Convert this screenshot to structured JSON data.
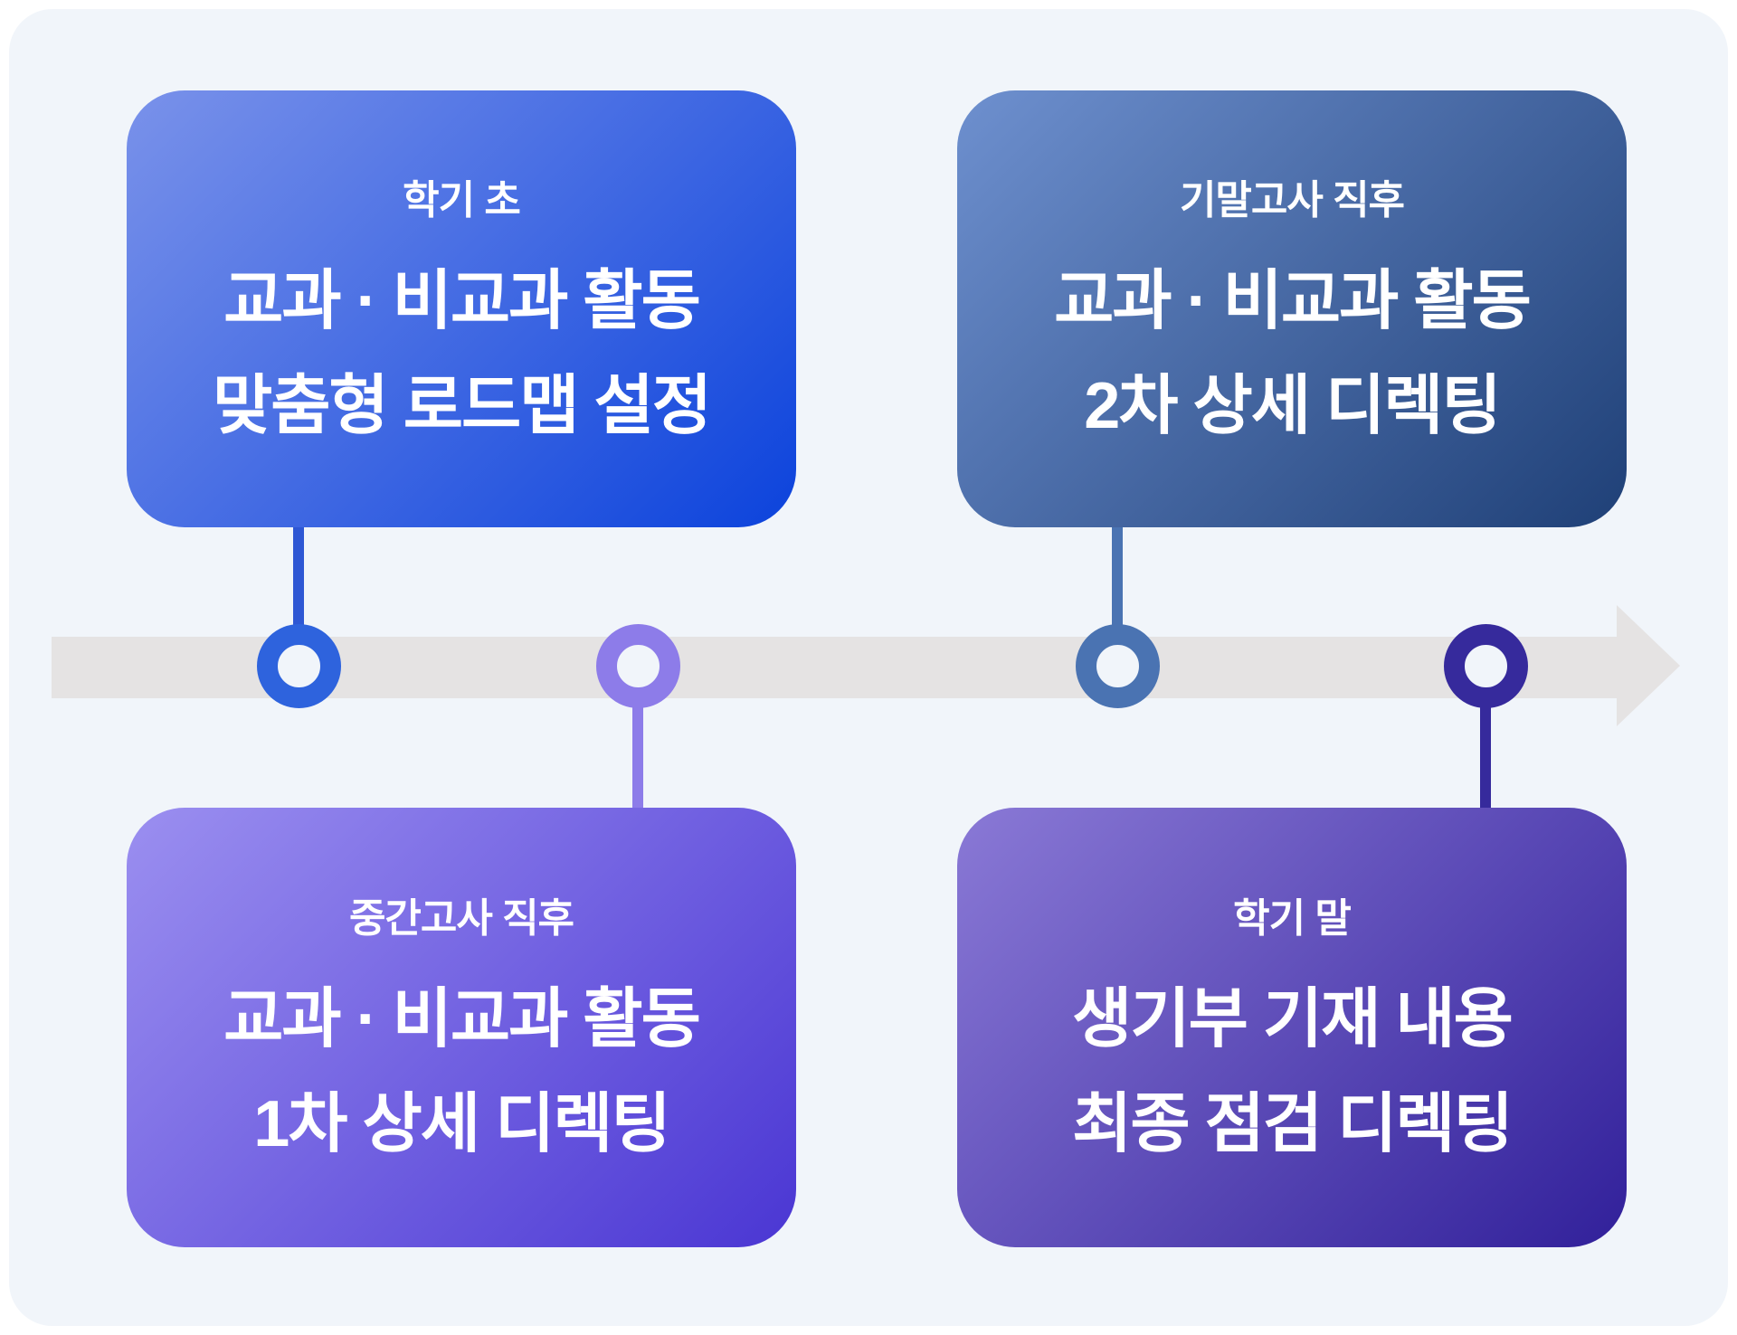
{
  "palette": {
    "page_background": "#ffffff",
    "panel_background": "#f1f5fa",
    "timeline_bar": "#e5e3e3",
    "text_color": "#ffffff"
  },
  "timeline": {
    "nodes": [
      {
        "color": "#2e63dd",
        "position": "under-card-1"
      },
      {
        "color": "#8d7ce9",
        "position": "above-card-3"
      },
      {
        "color": "#4a73b2",
        "position": "under-card-2"
      },
      {
        "color": "#362a9c",
        "position": "above-card-4"
      }
    ],
    "arrow_direction": "right"
  },
  "cards": [
    {
      "label": "학기 초",
      "line1": "교과 · 비교과 활동",
      "line2": "맞춤형 로드맵 설정",
      "gradient_from": "#7a92ea",
      "gradient_to": "#0c43dc"
    },
    {
      "label": "기말고사 직후",
      "line1": "교과 · 비교과 활동",
      "line2": "2차 상세 디렉팅",
      "gradient_from": "#6e90cf",
      "gradient_to": "#1f4077"
    },
    {
      "label": "중간고사 직후",
      "line1": "교과 · 비교과 활동",
      "line2": "1차 상세 디렉팅",
      "gradient_from": "#9b8ff0",
      "gradient_to": "#4a36d3"
    },
    {
      "label": "학기 말",
      "line1": "생기부 기재 내용",
      "line2": "최종 점검 디렉팅",
      "gradient_from": "#8a79d6",
      "gradient_to": "#31209a"
    }
  ]
}
